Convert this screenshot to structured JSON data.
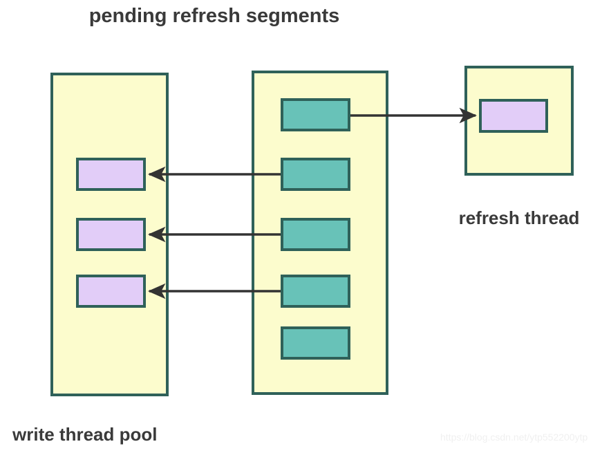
{
  "diagram": {
    "title": "pending refresh\nsegments",
    "watermark": "https://blog.csdn.net/ytp552200ytp",
    "colors": {
      "container_fill": "#fcfccd",
      "container_border": "#2f6159",
      "lavender_fill": "#e2cdf8",
      "teal_fill": "#68c2b8",
      "arrow": "#333333",
      "label_text": "#3a3a3a",
      "background": "#ffffff"
    },
    "containers": [
      {
        "id": "write-thread-pool",
        "label": "write thread pool",
        "label_position": "bottom-left",
        "block_fill": "lavender",
        "block_count": 3
      },
      {
        "id": "pending-refresh-segments",
        "label": "pending refresh segments",
        "label_position": "top-center",
        "block_fill": "teal",
        "block_count": 5
      },
      {
        "id": "refresh-thread",
        "label": "refresh thread",
        "label_position": "bottom-center",
        "block_fill": "lavender",
        "block_count": 1
      }
    ],
    "arrows": [
      {
        "from": "segment-block-1",
        "to": "refresh-block-1",
        "direction": "right"
      },
      {
        "from": "segment-block-2",
        "to": "write-block-1",
        "direction": "left"
      },
      {
        "from": "segment-block-3",
        "to": "write-block-2",
        "direction": "left"
      },
      {
        "from": "segment-block-4",
        "to": "write-block-3",
        "direction": "left"
      }
    ]
  }
}
